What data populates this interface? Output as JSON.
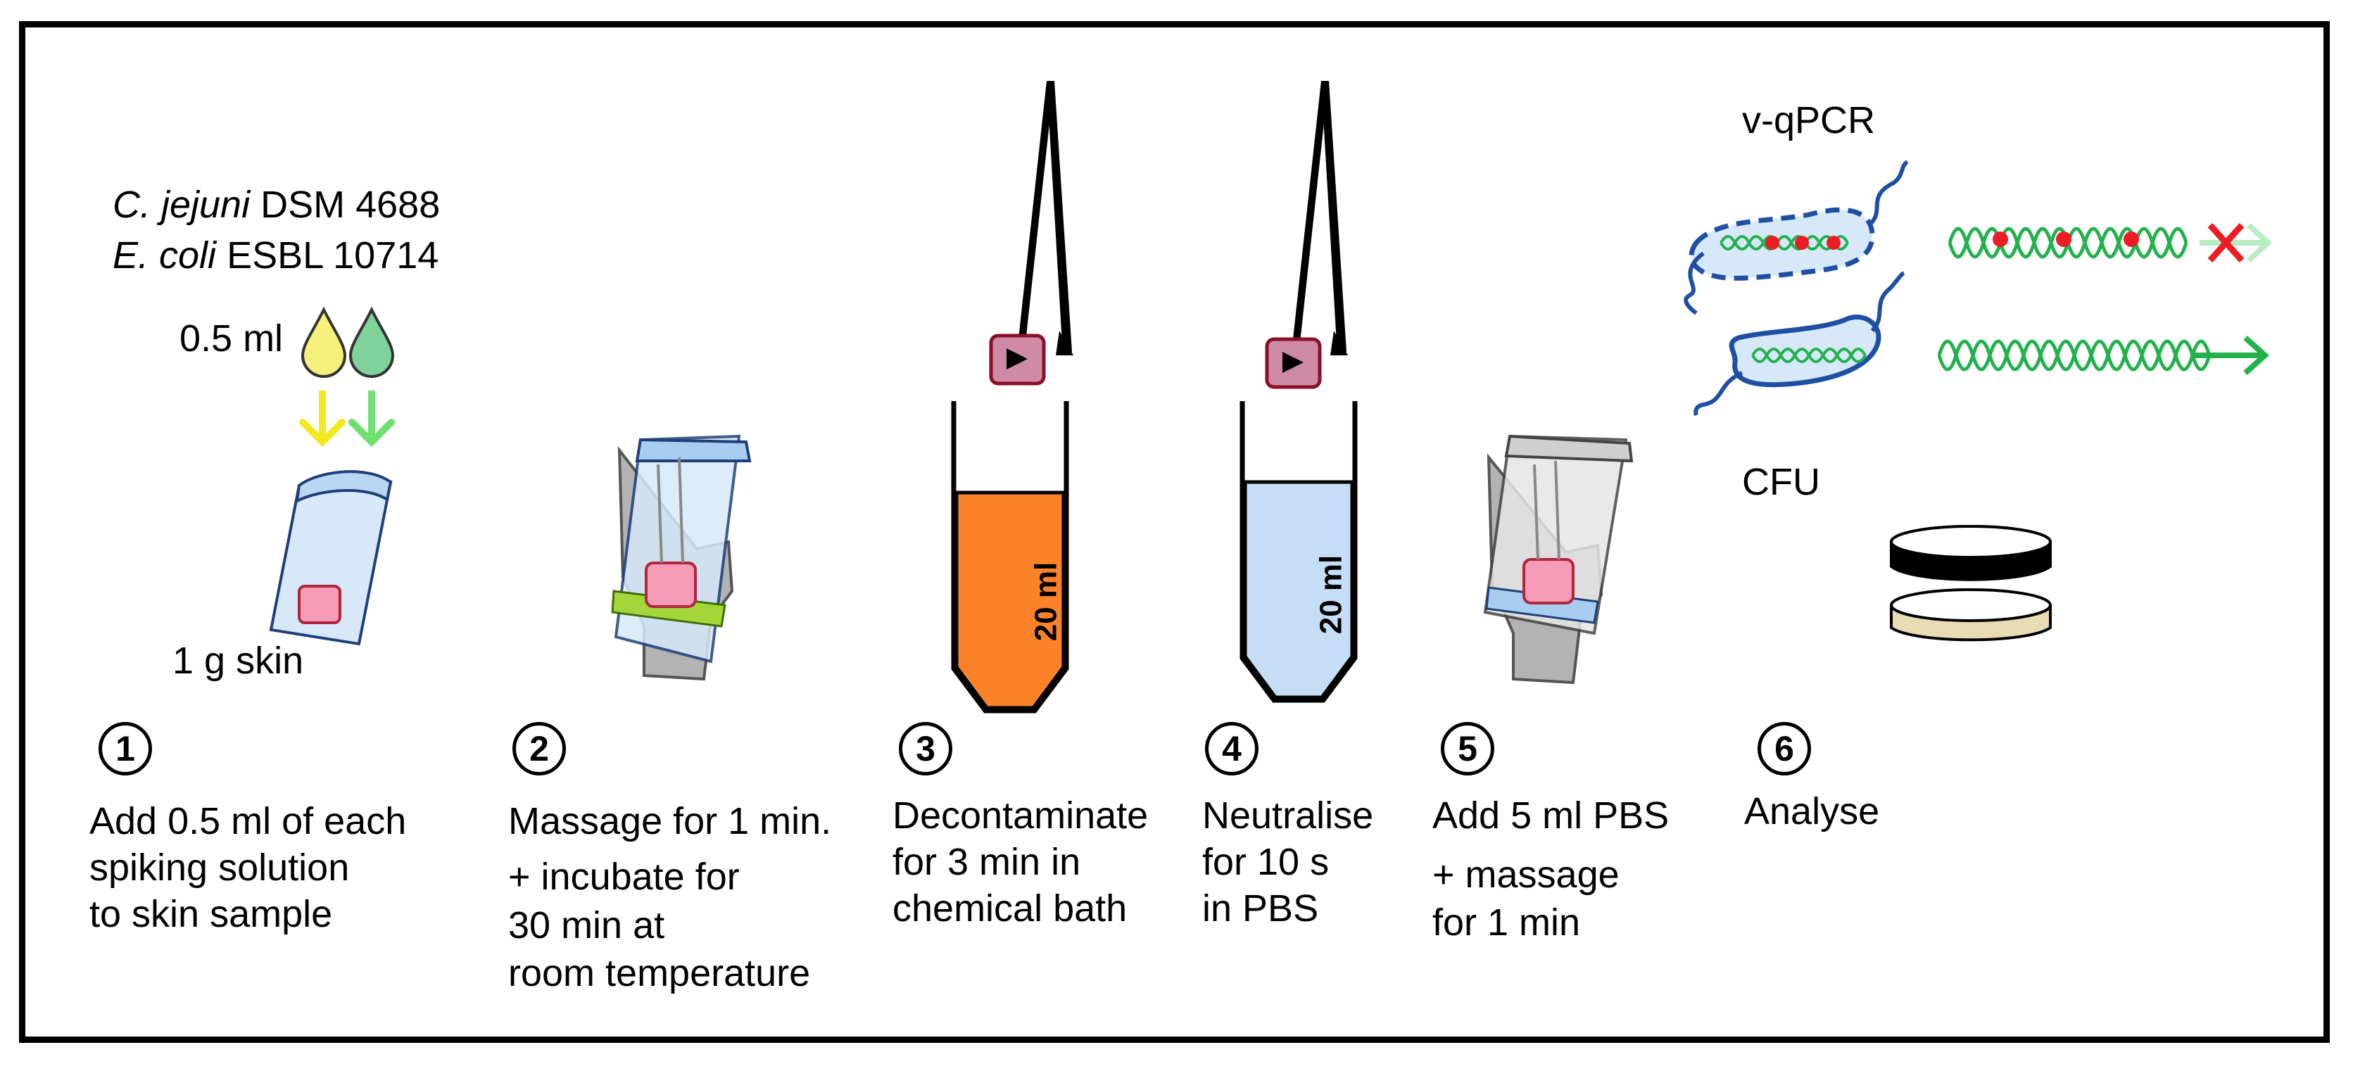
{
  "strains": {
    "line1_italic": "C. jejuni",
    "line1_rest": " DSM 4688",
    "line2_italic": "E. coli",
    "line2_rest": " ESBL 10714"
  },
  "volume_label": "0.5 ml",
  "skin_label": "1 g skin",
  "tube1_label": "20 ml",
  "tube2_label": "20 ml",
  "vqpcr_label": "v-qPCR",
  "cfu_label": "CFU",
  "steps": [
    {
      "number": "1",
      "lines": [
        "Add 0.5 ml of each",
        "spiking solution",
        "to skin sample"
      ]
    },
    {
      "number": "2",
      "lines": [
        "Massage for 1 min.",
        "+ incubate for",
        "30 min  at",
        "room temperature"
      ]
    },
    {
      "number": "3",
      "lines": [
        "Decontaminate",
        " for 3 min in",
        " chemical bath"
      ]
    },
    {
      "number": "4",
      "lines": [
        "Neutralise",
        " for 10 s",
        " in PBS"
      ]
    },
    {
      "number": "5",
      "lines": [
        "Add 5 ml PBS",
        " + massage",
        " for 1 min"
      ]
    },
    {
      "number": "6",
      "lines": [
        "Analyse"
      ]
    }
  ],
  "colors": {
    "drop_yellow": "#f5f07a",
    "drop_green": "#7fd39a",
    "arrow_yellow": "#f2ea1c",
    "arrow_green": "#6fe06f",
    "bag": "#d7e9f9",
    "skin": "#f59ab7",
    "tube_orange": "#fb8228",
    "tube_blue": "#c6def5",
    "dna_green": "#22b14c",
    "cross_red": "#ed1c24",
    "cell_blue": "#1f4fa3"
  }
}
